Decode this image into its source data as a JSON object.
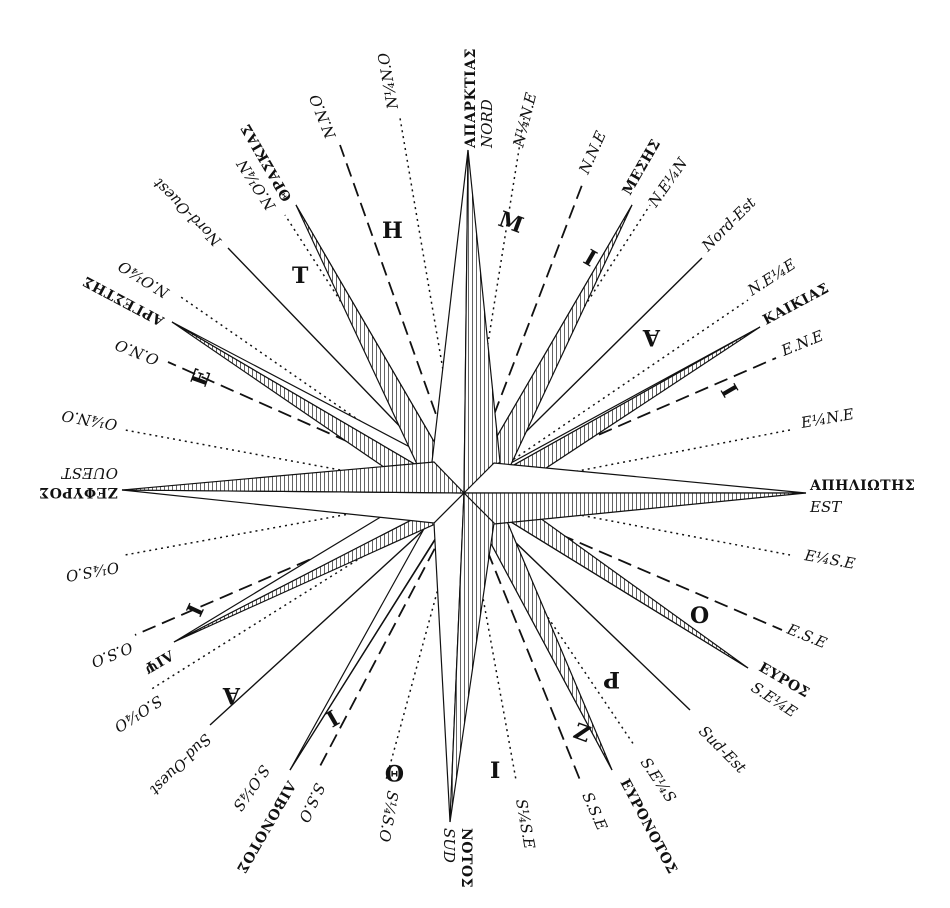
{
  "rose": {
    "center_letters": [
      {
        "name": "letter-M",
        "text": "M"
      },
      {
        "name": "letter-H",
        "text": "H"
      },
      {
        "name": "letter-T",
        "text": "T"
      },
      {
        "name": "letter-E",
        "text": "E"
      },
      {
        "name": "letter-I-sw",
        "text": "I"
      },
      {
        "name": "letter-A-sw",
        "text": "A"
      },
      {
        "name": "letter-I-ssw",
        "text": "I"
      },
      {
        "name": "letter-theta",
        "text": "Θ"
      },
      {
        "name": "letter-I-s",
        "text": "I"
      },
      {
        "name": "letter-Z",
        "text": "Z"
      },
      {
        "name": "letter-P",
        "text": "P"
      },
      {
        "name": "letter-O",
        "text": "O"
      },
      {
        "name": "letter-I-ene",
        "text": "I"
      },
      {
        "name": "letter-A-ne",
        "text": "A"
      },
      {
        "name": "letter-I-nne",
        "text": "I"
      }
    ],
    "labels": {
      "north_greek": "ΑΠΑΡΚΤΙΑΣ",
      "north": "NORD",
      "n_quarter_ne": "N¼N.E",
      "nne": "N.N.E",
      "meses": "ΜΕΣΗΣ",
      "ne_quarter_n": "N.E¼N",
      "nord_est": "Nord-Est",
      "ne_quarter_e": "N.E¼E",
      "kaikias": "ΚΑΙΚΙΑΣ",
      "ene": "E.N.E",
      "e_quarter_ne": "E¼N.E",
      "east_greek": "ΑΠΗΛΙΩΤΗΣ",
      "east": "EST",
      "e_quarter_se": "E¼S.E",
      "ese": "E.S.E",
      "euros": "ΕΥΡΟΣ",
      "se_quarter_e": "S.E¼E",
      "sud_est": "Sud-Est",
      "se_quarter_s": "S.E¼S",
      "euronotos": "ΕΥΡΟΝΟΤΟΣ",
      "sse": "S.S.E",
      "s_quarter_se": "S¼S.E",
      "south_greek": "ΝΟΤΟΣ",
      "south": "SUD",
      "s_quarter_so": "S¼S.O",
      "sso": "S.S.O",
      "libonotos": "ΛΙΒΟΝΟΤΟΣ",
      "so_quarter_s": "S.O¼S",
      "sud_ouest": "Sud-Ouest",
      "so_quarter_o": "S.O¼O",
      "lips": "ΛΙΨ",
      "oso": "O.S.O",
      "o_quarter_so": "O¼S.O",
      "west_greek": "ΖΕΦΥΡΟΣ",
      "west": "OUEST",
      "o_quarter_no": "O¼N.O",
      "ono": "O.N.O",
      "argestes": "ΑΡΓΕΣΤΗΣ",
      "no_quarter_o": "N.O¼O",
      "nord_ouest": "Nord-Ouest",
      "thraskias": "ΘΡΑΣΚΙΑΣ",
      "no_quarter_n": "N.O¼N",
      "nno": "N.N.O",
      "n_quarter_no": "N¼N.O"
    }
  }
}
